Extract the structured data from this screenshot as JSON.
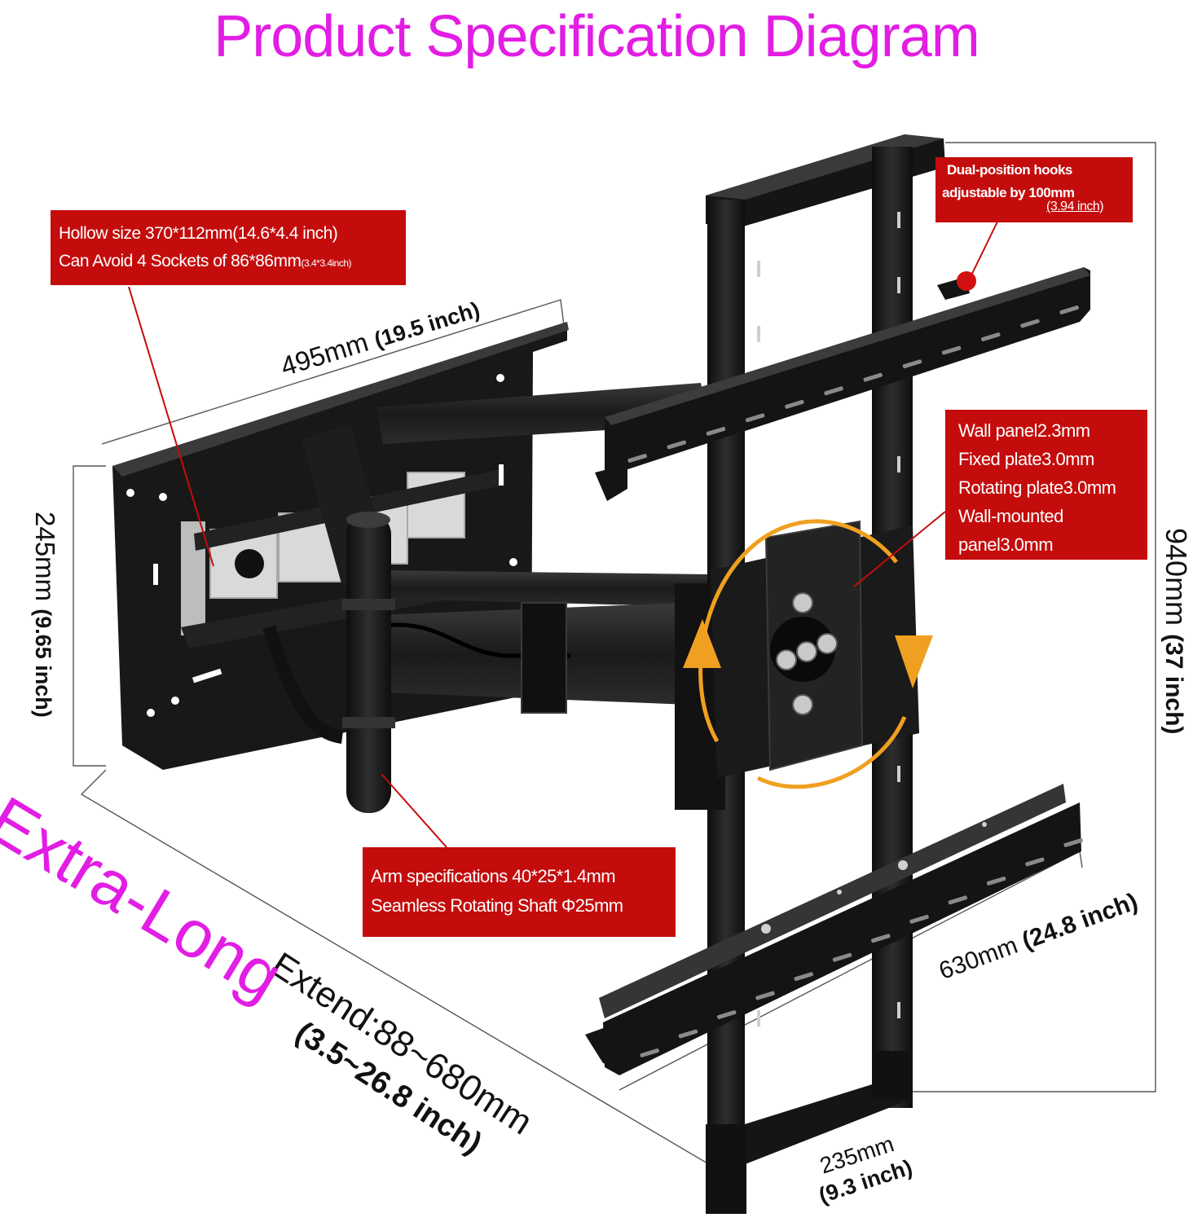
{
  "title": "Product Specification Diagram",
  "callouts": {
    "hollow": {
      "line1": "Hollow size 370*112mm(14.6*4.4 inch)",
      "line2_main": "Can Avoid 4 Sockets of 86*86mm",
      "line2_small": "(3.4*3.4inch)"
    },
    "hooks": {
      "line1": "Dual-position hooks",
      "line2": "adjustable by 100mm",
      "line3": "(3.94 inch)"
    },
    "thickness": {
      "line1": "Wall panel2.3mm",
      "line2": "Fixed plate3.0mm",
      "line3": "Rotating plate3.0mm",
      "line4": "Wall-mounted",
      "line5": "panel3.0mm"
    },
    "arm": {
      "line1": "Arm specifications 40*25*1.4mm",
      "line2": "Seamless Rotating Shaft Φ25mm"
    }
  },
  "dimensions": {
    "width_495": {
      "mm": "495mm",
      "inch": "(19.5 inch)"
    },
    "height_245": {
      "mm": "245mm",
      "inch": "(9.65 inch)"
    },
    "height_940": {
      "mm": "940mm",
      "inch": "(37 inch)"
    },
    "width_630": {
      "mm": "630mm",
      "inch": "(24.8 inch)"
    },
    "width_235": {
      "mm": "235mm",
      "inch": "(9.3 inch)"
    },
    "extend": {
      "label": "Extend:88~680mm",
      "inch": "(3.5~26.8 inch)"
    }
  },
  "badge": "Extra-Long",
  "colors": {
    "title": "#e21de4",
    "callout_bg": "#c40c0c",
    "rotation_arrow": "#f0a020",
    "mount": "#161616"
  }
}
